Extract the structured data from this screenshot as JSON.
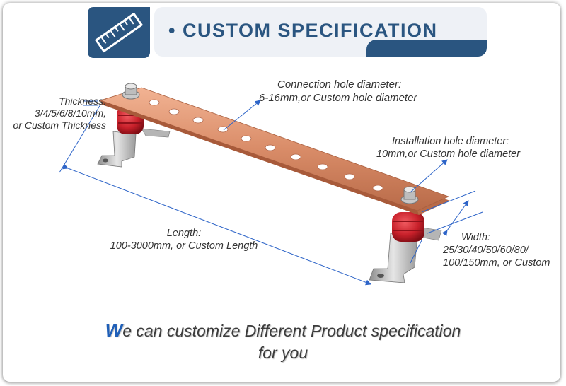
{
  "header": {
    "title": "• CUSTOM SPECIFICATION",
    "icon": "ruler-icon",
    "colors": {
      "primary": "#2a5580",
      "pill": "#eef1f6"
    }
  },
  "labels": {
    "thickness": [
      "Thickness:",
      "3/4/5/6/8/10mm,",
      "or Custom Thickness"
    ],
    "connection_hole": [
      "Connection hole diameter:",
      "6-16mm,or Custom hole diameter"
    ],
    "installation_hole": [
      "Installation hole diameter:",
      "10mm,or Custom hole diameter"
    ],
    "length": [
      "Length:",
      "100-3000mm, or Custom Length"
    ],
    "width": [
      "Width:",
      "25/30/40/50/60/80/",
      "100/150mm, or Custom"
    ]
  },
  "tagline": {
    "first_letter": "W",
    "line1_rest": "e can customize Different Product specification",
    "line2": "for you"
  },
  "colors": {
    "copper": "#d98c68",
    "insulator": "#c8202a",
    "arrow": "#2d64c8"
  }
}
